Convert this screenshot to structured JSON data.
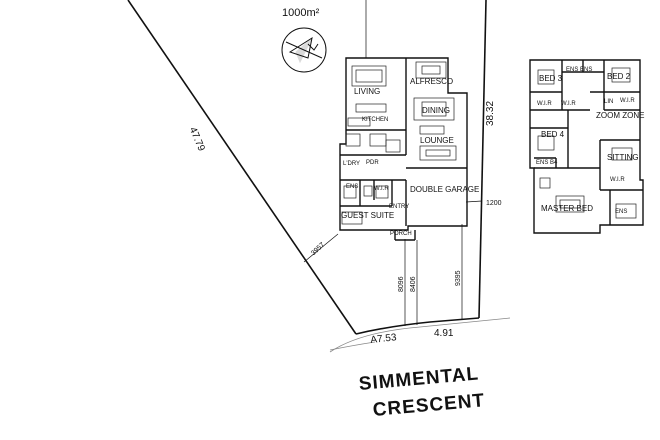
{
  "lot": {
    "area": "1000m²",
    "street_line1": "SIMMENTAL",
    "street_line2": "CRESCENT"
  },
  "dimensions": {
    "west_boundary": "47.79",
    "east_boundary": "38.32",
    "frontage_arc": "A7.53",
    "frontage_straight": "4.91",
    "setback_left": "3957",
    "setback_mid1": "8096",
    "setback_mid2": "8406",
    "setback_right": "9395",
    "side_setback": "1200"
  },
  "ground_floor": {
    "rooms": {
      "alfresco": "ALFRESCO",
      "living": "LIVING",
      "dining": "DINING",
      "kitchen": "KITCHEN",
      "lounge": "LOUNGE",
      "wir": "W.I.R",
      "ens": "ENS",
      "guest_suite": "GUEST SUITE",
      "entry": "ENTRY",
      "double_garage": "DOUBLE GARAGE",
      "portico": "PORCH",
      "pdr": "PDR",
      "ldry": "L'DRY"
    }
  },
  "upper_floor": {
    "rooms": {
      "bed3": "BED 3",
      "bed2": "BED 2",
      "ens_top": "ENS ENS",
      "wir1": "W.I.R",
      "wir2": "W.I.R",
      "wir3": "W.I.R",
      "wir4": "W.I.R",
      "lin": "LIN",
      "zoom_zone": "ZOOM ZONE",
      "bed4": "BED 4",
      "sitting": "SITTING",
      "ens4": "ENS B4",
      "master_bed": "MASTER BED",
      "ens_master": "ENS"
    }
  },
  "compass": {
    "icon": "north-arrow-icon"
  },
  "colors": {
    "line": "#111111",
    "background": "#ffffff"
  }
}
